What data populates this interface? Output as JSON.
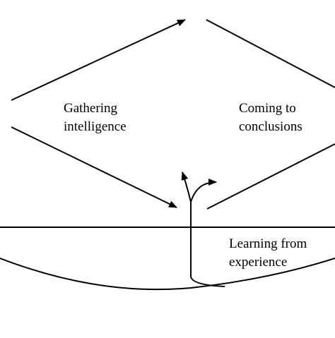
{
  "diagram": {
    "labels": {
      "gathering_line1": "Gathering",
      "gathering_line2": "intelligence",
      "coming_line1": "Coming to",
      "coming_line2": "conclusions",
      "learning_line1": "Learning from",
      "learning_line2": "experience"
    },
    "colors": {
      "ink": "#000000",
      "background": "#ffffff"
    }
  }
}
